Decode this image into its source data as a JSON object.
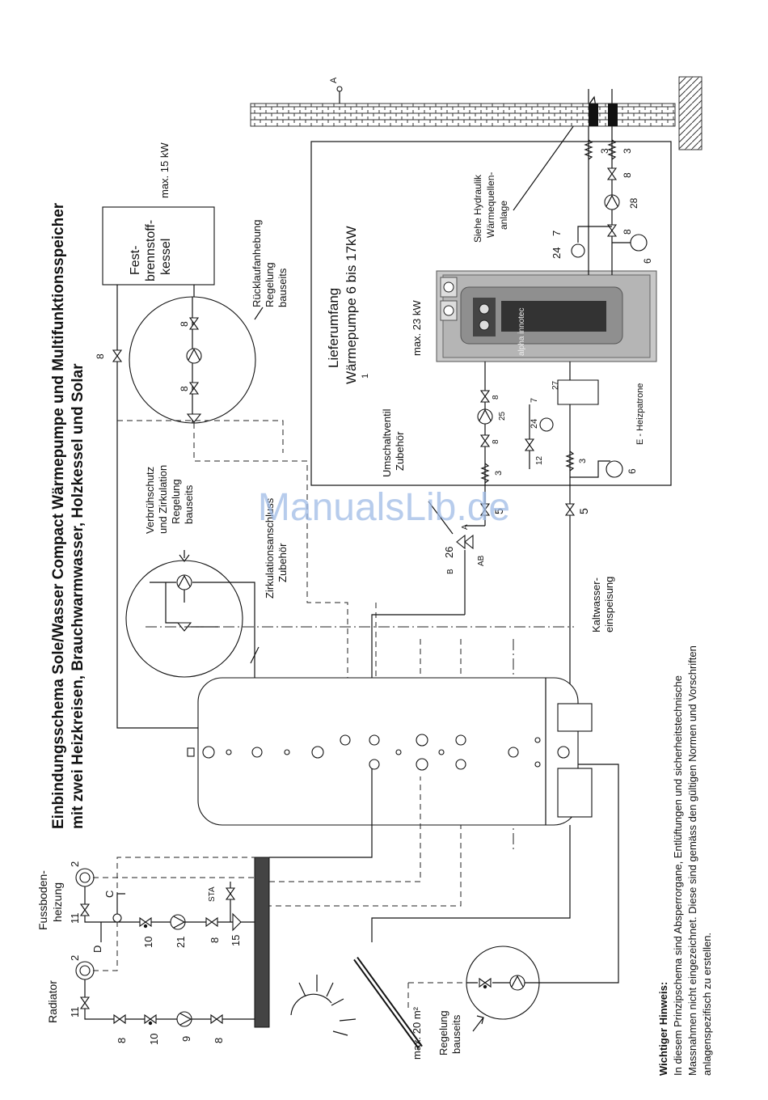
{
  "title": {
    "line1": "Einbindungsschema Sole/Wasser Compact Wärmepumpe und Multifunktionsspeicher",
    "line2": "mit zwei Heizkreisen, Brauchwarmwasser, Holzkessel und Solar"
  },
  "boiler": {
    "line1": "Fest-",
    "line2": "brennstoff-",
    "line3": "kessel",
    "power": "max. 15 kW"
  },
  "return_raise": {
    "line1": "Rücklaufanhebung",
    "line2": "Regelung",
    "line3": "bauseits"
  },
  "scald": {
    "line1": "Verbrühschutz",
    "line2": "und Zirkulation",
    "line3": "Regelung",
    "line4": "bauseits"
  },
  "circ_conn": {
    "line1": "Zirkulationsanschluss",
    "line2": "Zubehör"
  },
  "scope": {
    "line1": "Lieferumfang",
    "line2": "Wärmepumpe 6 bis 17kW",
    "num": "1"
  },
  "hp": {
    "power": "max. 23 kW",
    "brand": "alpha innotec"
  },
  "hydraulic": {
    "line1": "Siehe Hydraulik",
    "line2": "Wärmequellen-",
    "line3": "anlage"
  },
  "valve": {
    "line1": "Umschaltventil",
    "line2": "Zubehör",
    "port_a": "A",
    "port_b": "B",
    "port_ab": "AB"
  },
  "heater": "E - Heizpatrone",
  "coldwater": {
    "line1": "Kaltwasser-",
    "line2": "einspeisung"
  },
  "solar": {
    "area": "max. 20 m²",
    "line1": "Regelung",
    "line2": "bauseits"
  },
  "circuits": {
    "radiator": "Radiator",
    "floor_line1": "Fussboden-",
    "floor_line2": "heizung",
    "sta": "STA"
  },
  "letters": {
    "a": "A",
    "c": "C",
    "d": "D"
  },
  "numbers": {
    "n1": "1",
    "n2": "2",
    "n3": "3",
    "n5": "5",
    "n6": "6",
    "n7": "7",
    "n8": "8",
    "n9": "9",
    "n10": "10",
    "n11": "11",
    "n12": "12",
    "n15": "15",
    "n21": "21",
    "n24": "24",
    "n25": "25",
    "n26": "26",
    "n27": "27",
    "n28": "28"
  },
  "note": {
    "heading": "Wichtiger Hinweis:",
    "line1": "In diesem Prinzipschema sind Absperrorgane, Entlüftungen und sicherheitstechnische",
    "line2": "Massnahmen nicht eingezeichnet. Diese sind gemäss den gültigen Normen und Vorschriften",
    "line3": "anlagenspezifisch zu erstellen."
  },
  "watermark": "ManualsLib.de"
}
